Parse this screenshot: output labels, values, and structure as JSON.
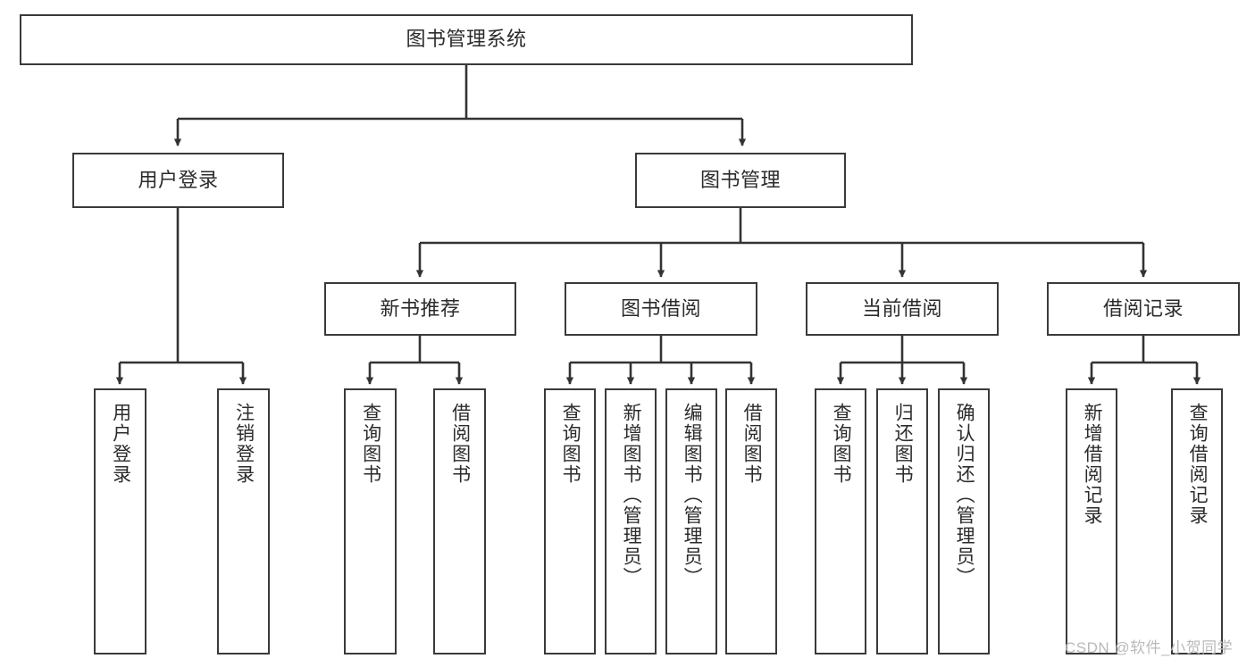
{
  "diagram": {
    "title": "图书管理系统",
    "type": "tree-hierarchy-diagram",
    "watermark": "CSDN @软件_小贺同学",
    "colors": {
      "box_border": "#3a3a3a",
      "box_fill": "#ffffff",
      "edge": "#333333",
      "text": "#2b2b2b",
      "watermark": "#b9b9b9"
    }
  },
  "nodes": {
    "root": {
      "label": "图书管理系统"
    },
    "level2": [
      {
        "label": "用户登录"
      },
      {
        "label": "图书管理"
      }
    ],
    "level3": [
      {
        "label": "新书推荐"
      },
      {
        "label": "图书借阅"
      },
      {
        "label": "当前借阅"
      },
      {
        "label": "借阅记录"
      }
    ],
    "leaves": {
      "user_login": [
        {
          "label": "用户登录"
        },
        {
          "label": "注销登录"
        }
      ],
      "new_book_recommend": [
        {
          "label": "查询图书"
        },
        {
          "label": "借阅图书"
        }
      ],
      "book_borrow": [
        {
          "label": "查询图书"
        },
        {
          "label": "新增图书（管理员）"
        },
        {
          "label": "编辑图书（管理员）"
        },
        {
          "label": "借阅图书"
        }
      ],
      "current_borrow": [
        {
          "label": "查询图书"
        },
        {
          "label": "归还图书"
        },
        {
          "label": "确认归还（管理员）"
        }
      ],
      "borrow_record": [
        {
          "label": "新增借阅记录"
        },
        {
          "label": "查询借阅记录"
        }
      ]
    }
  }
}
